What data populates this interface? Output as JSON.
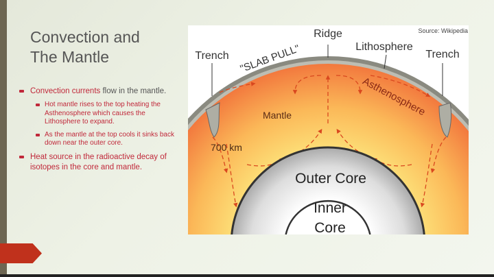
{
  "slide": {
    "title_line1": "Convection and",
    "title_line2": "The Mantle",
    "bullets": [
      {
        "highlight": "Convection currents",
        "rest": " flow in the mantle."
      },
      {
        "text": "Hot mantle rises to the top heating the Asthenosphere which causes the Lithosphere to expand."
      },
      {
        "text": "As the mantle at the top cools it sinks back down near the outer core."
      },
      {
        "text": "Heat source in the radioactive decay of isotopes in the core and mantle."
      }
    ]
  },
  "diagram": {
    "source": "Source: Wikipedia",
    "labels": {
      "ridge": "Ridge",
      "trench_left": "Trench",
      "trench_right": "Trench",
      "slab_pull": "\"SLAB PULL\"",
      "lithosphere": "Lithosphere",
      "asthenosphere": "Asthenosphere",
      "mantle": "Mantle",
      "depth": "700 km",
      "outer_core": "Outer Core",
      "inner_core_1": "Inner",
      "inner_core_2": "Core"
    }
  },
  "colors": {
    "accent": "#c0311c",
    "text_red": "#c0283a",
    "sidebar": "#6d6652"
  }
}
